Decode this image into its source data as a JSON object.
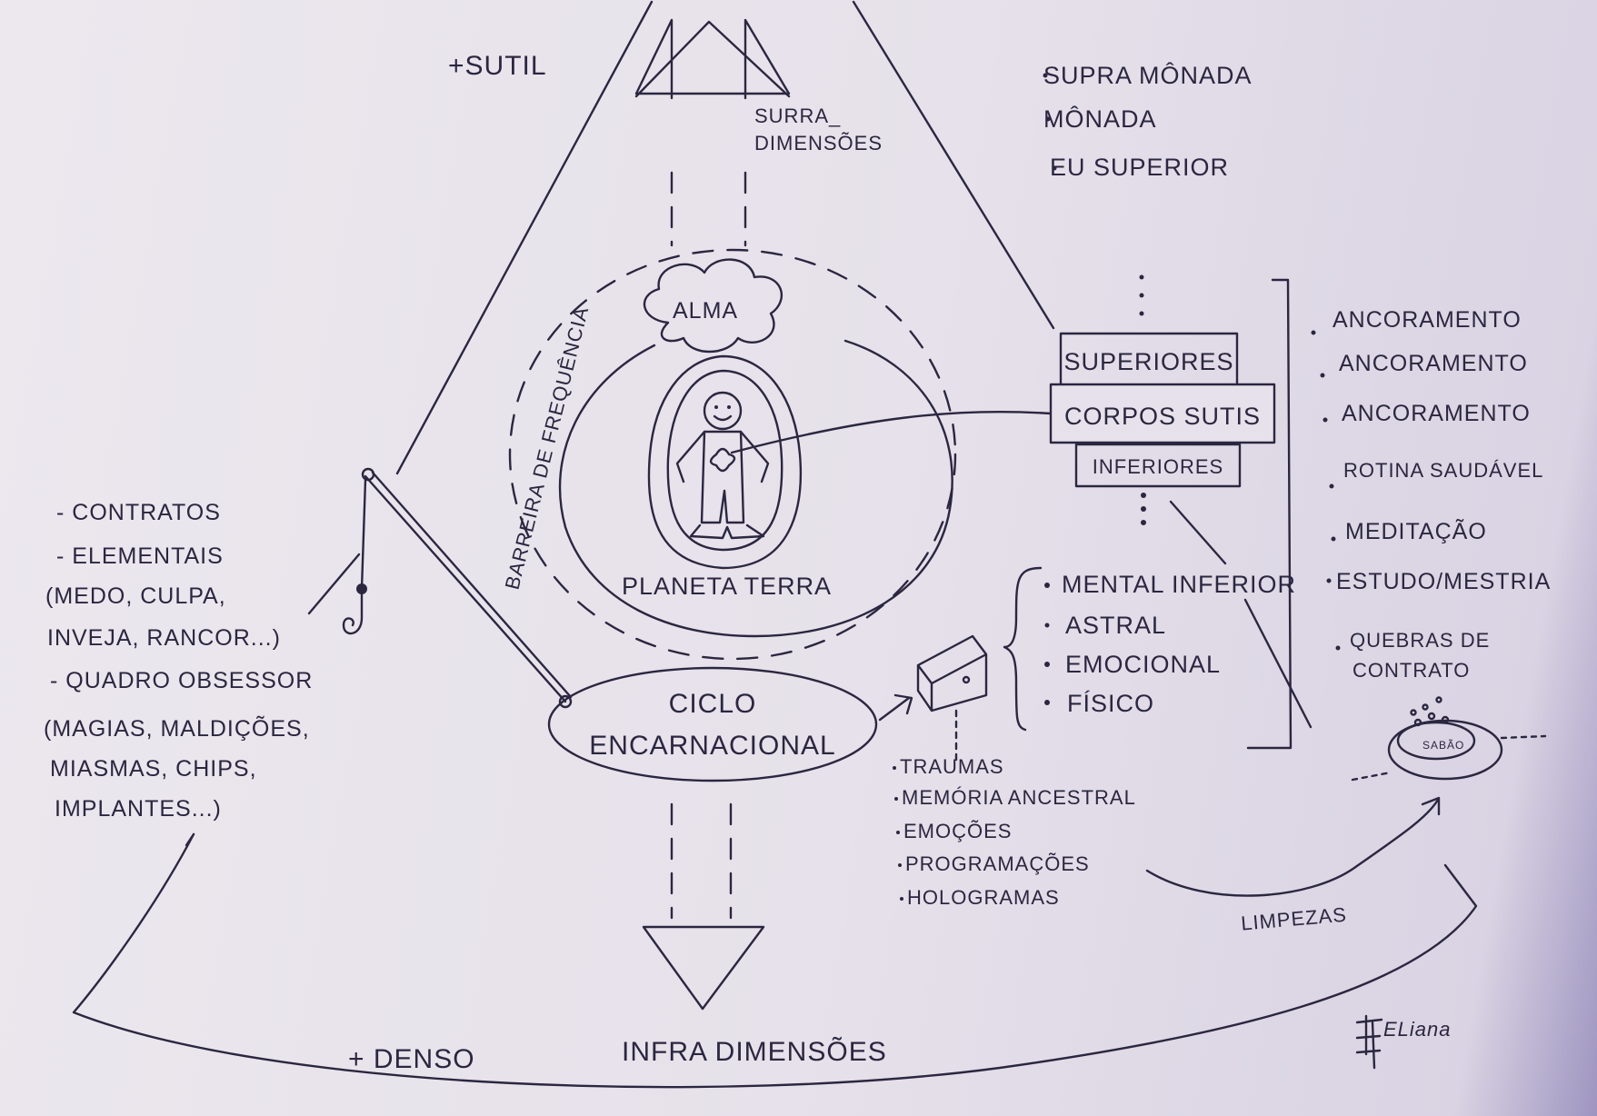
{
  "diagram": {
    "top_label": "+SUTIL",
    "bottom_left_label": "+ DENSO",
    "up_arrow_label_line1": "SURRA_",
    "up_arrow_label_line2": "DIMENSÕES",
    "down_arrow_label": "INFRA DIMENSÕES",
    "higher_list": [
      "SUPRA MÔNADA",
      "MÔNADA",
      "EU SUPERIOR"
    ],
    "soul_label": "ALMA",
    "planet_label": "PLANETA TERRA",
    "barrier_label": "BARREIRA DE FREQUÊNCIA",
    "cycle_label_line1": "CICLO",
    "cycle_label_line2": "ENCARNACIONAL",
    "bodies": {
      "upper": "SUPERIORES",
      "main": "CORPOS SUTIS",
      "lower": "INFERIORES"
    },
    "lower_bodies": [
      "MENTAL INFERIOR",
      "ASTRAL",
      "EMOCIONAL",
      "FÍSICO"
    ],
    "practices": [
      "ANCORAMENTO",
      "ANCORAMENTO",
      "ANCORAMENTO",
      "ROTINA SAUDÁVEL",
      "MEDITAÇÃO",
      "ESTUDO/MESTRIA",
      "QUEBRAS DE",
      "CONTRATO"
    ],
    "baggage": [
      "TRAUMAS",
      "MEMÓRIA ANCESTRAL",
      "EMOÇÕES",
      "PROGRAMAÇÕES",
      "HOLOGRAMAS"
    ],
    "hooks": [
      "- CONTRATOS",
      "- ELEMENTAIS",
      "(MEDO, CULPA,",
      "INVEJA, RANCOR...)",
      "- QUADRO OBSESSOR",
      "(MAGIAS, MALDIÇÕES,",
      "MIASMAS, CHIPS,",
      "IMPLANTES...)"
    ],
    "cleaning_label": "LIMPEZAS",
    "soap_label": "SABÃO",
    "signature": "ELiana"
  }
}
